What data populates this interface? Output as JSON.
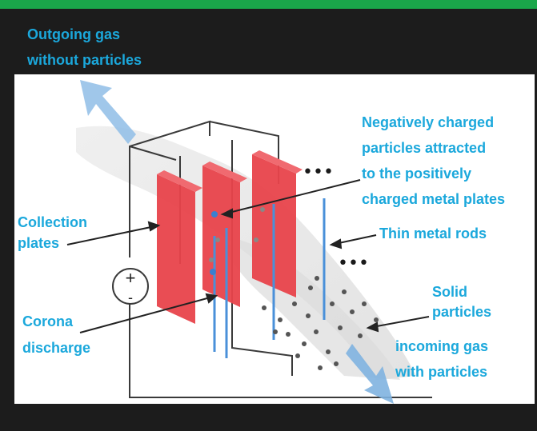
{
  "labels": {
    "outgoing_line1": "Outgoing gas",
    "outgoing_line2": "without particles",
    "negative_line1": "Negatively charged",
    "negative_line2": "particles attracted",
    "negative_line3": "to the positively",
    "negative_line4": "charged metal plates",
    "thin_rods": "Thin metal rods",
    "collection_line1": "Collection",
    "collection_line2": "plates",
    "solid_line1": "Solid",
    "solid_line2": "particles",
    "corona_line1": "Corona",
    "corona_line2": "discharge",
    "incoming_line1": "incoming gas",
    "incoming_line2": "with particles",
    "ellipsis_top": "•••",
    "ellipsis_mid": "•••",
    "plus": "+",
    "minus": "-"
  },
  "colors": {
    "label": "#1ba8dc",
    "plate": "#e8434b",
    "rod": "#4a90d9",
    "arrow": "#7fb3e0",
    "background": "#1c1c1c",
    "topbar": "#1aa64a"
  }
}
